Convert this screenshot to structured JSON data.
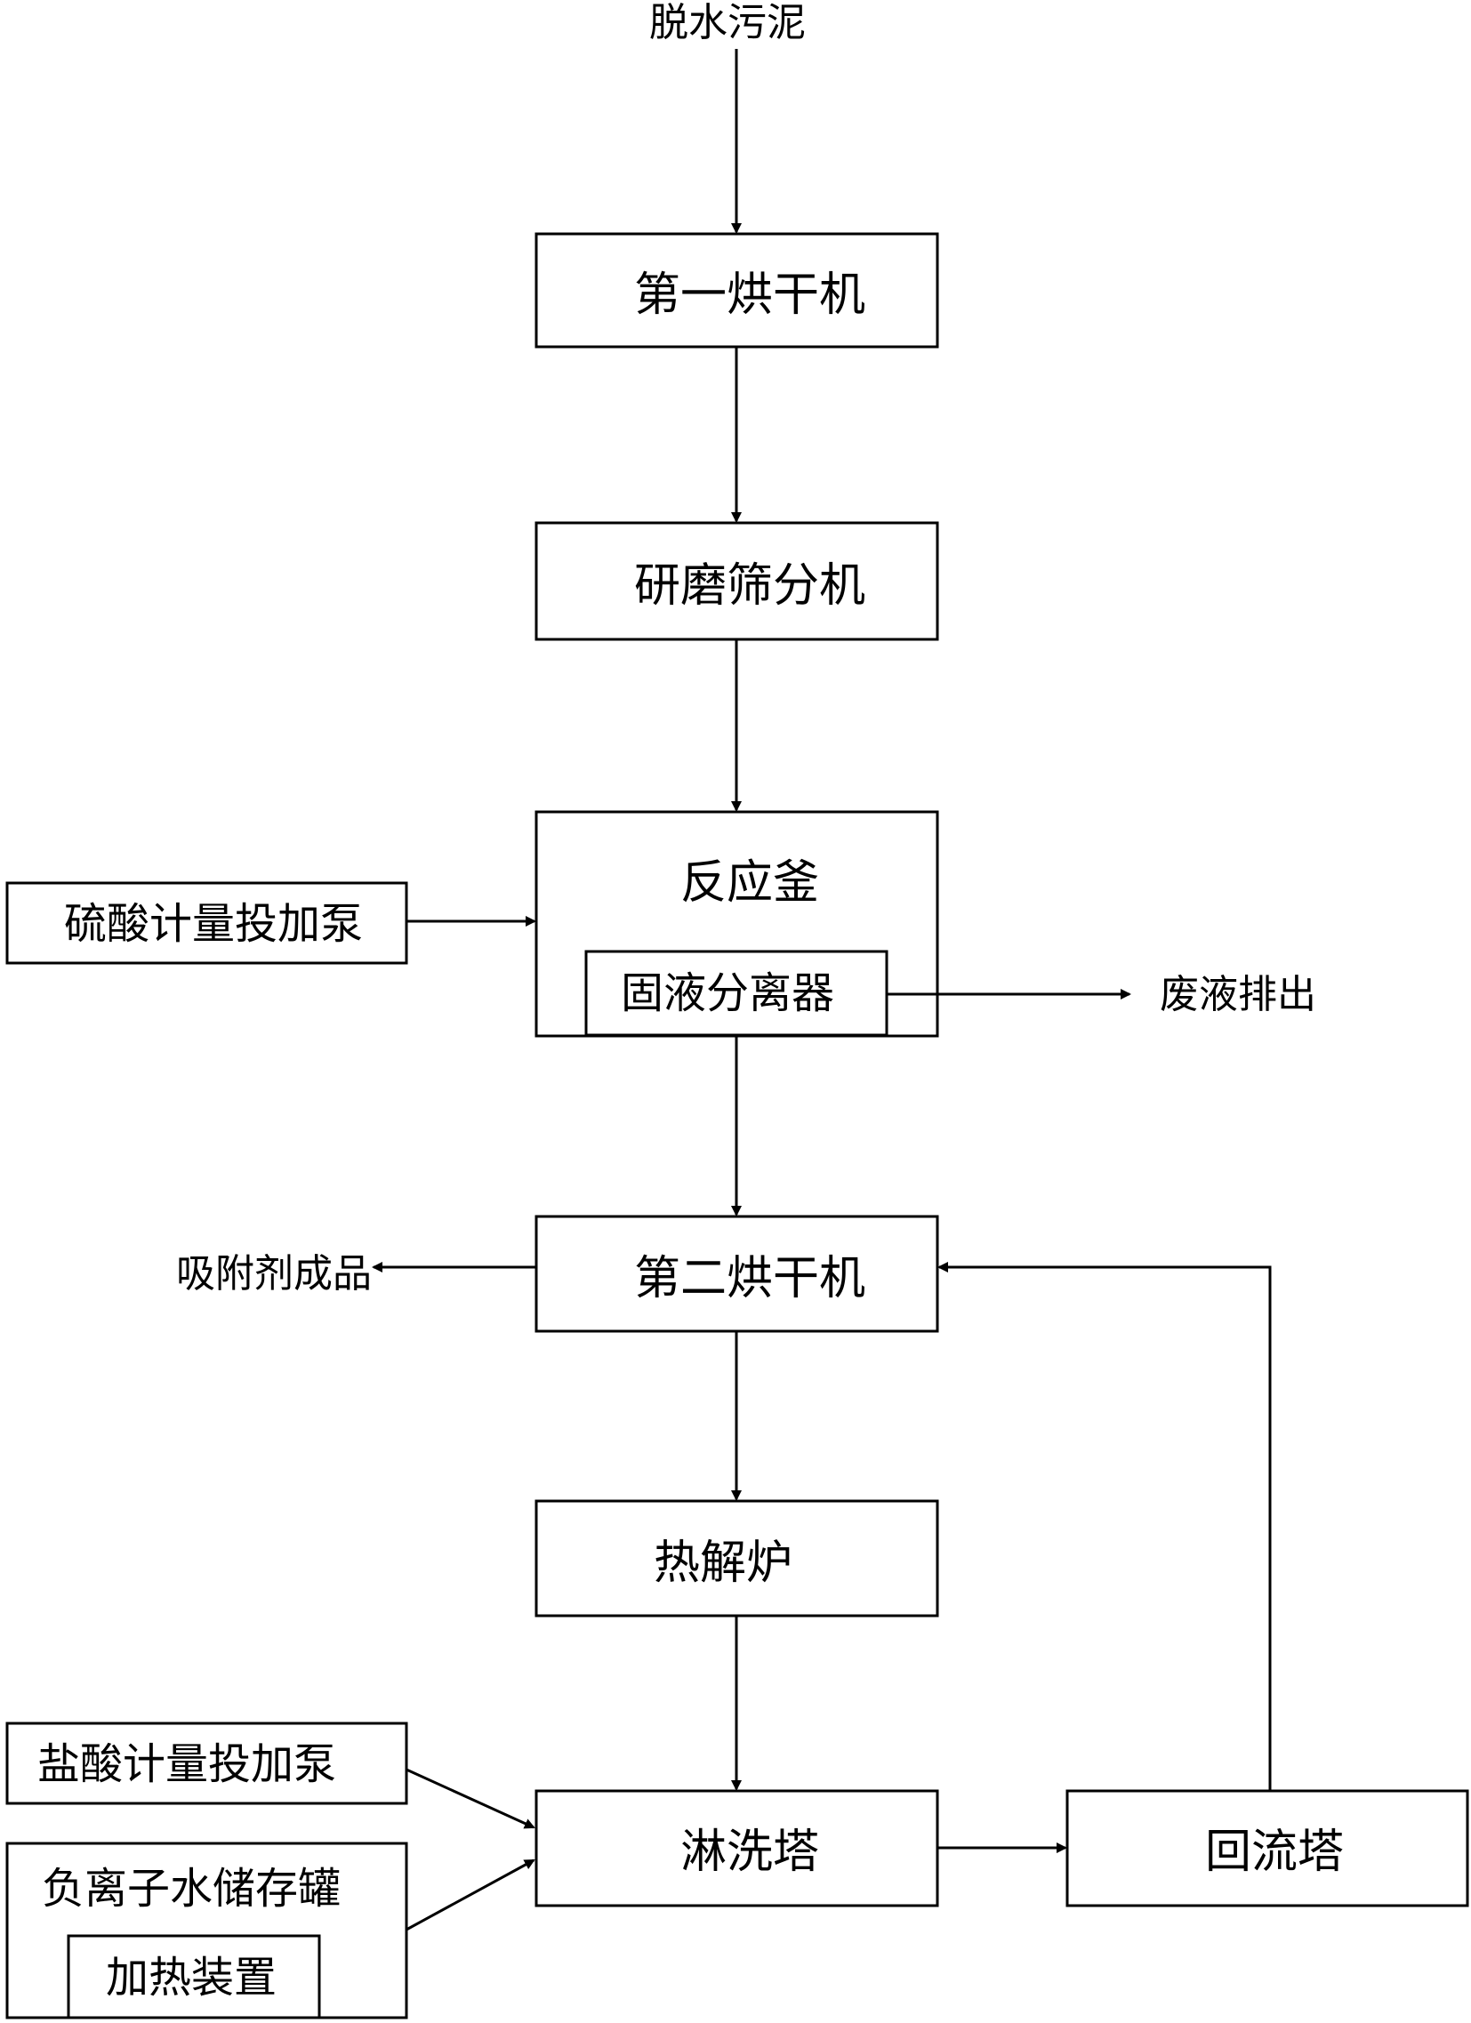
{
  "labels": {
    "input": "脱水污泥",
    "dryer1": "第一烘干机",
    "grinder": "研磨筛分机",
    "reactor": "反应釜",
    "separator": "固液分离器",
    "acid_pump": "硫酸计量投加泵",
    "waste": "废液排出",
    "dryer2": "第二烘干机",
    "product": "吸附剂成品",
    "pyrolysis": "热解炉",
    "hcl_pump": "盐酸计量投加泵",
    "water_tank": "负离子水储存罐",
    "heater": "加热装置",
    "scrubber": "淋洗塔",
    "reflux": "回流塔"
  }
}
